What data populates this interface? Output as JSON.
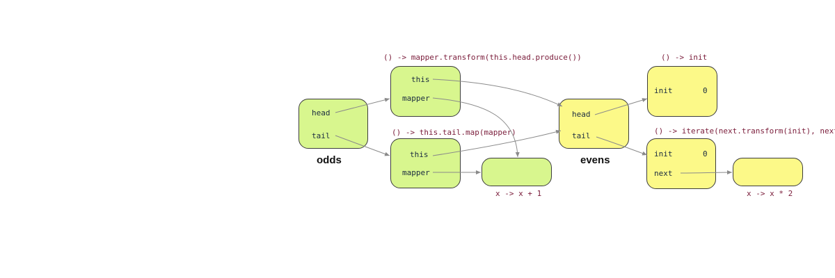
{
  "odds": {
    "title": "odds",
    "head": "head",
    "tail": "tail"
  },
  "odds_head_thunk": {
    "caption": "() -> mapper.transform(this.head.produce())",
    "this": "this",
    "mapper": "mapper"
  },
  "odds_tail_thunk": {
    "caption": "() -> this.tail.map(mapper)",
    "this": "this",
    "mapper": "mapper"
  },
  "fn_plus_one": {
    "caption": "x -> x + 1"
  },
  "evens": {
    "title": "evens",
    "head": "head",
    "tail": "tail"
  },
  "evens_head_thunk": {
    "caption": "() -> init",
    "init_label": "init",
    "init_value": "0"
  },
  "evens_tail_thunk": {
    "caption": "() -> iterate(next.transform(init), next)",
    "init_label": "init",
    "init_value": "0",
    "next_label": "next"
  },
  "fn_times_two": {
    "caption": "x -> x * 2"
  },
  "colors": {
    "stream_node": "#d8f68e",
    "evens_node": "#fcf988",
    "arrow": "#8a8a8a",
    "caption": "#7a1c3a",
    "label": "#1a2b40"
  }
}
